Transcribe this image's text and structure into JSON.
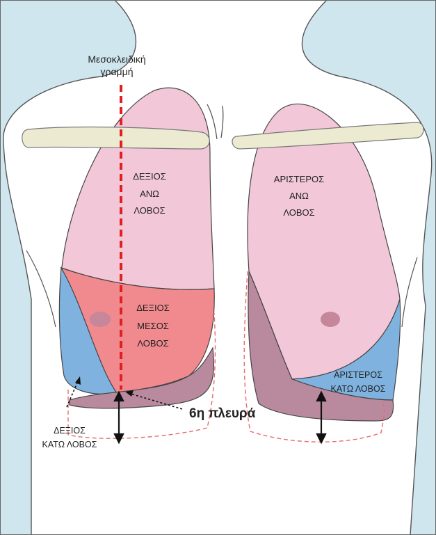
{
  "midline": {
    "line1": "Μεσοκλειδική",
    "line2": "γραμμή"
  },
  "right_upper_lobe": {
    "line1": "ΔΕΞΙΟΣ",
    "line2": "ΑΝΩ",
    "line3": "ΛΟΒΟΣ"
  },
  "left_upper_lobe": {
    "line1": "ΑΡΙΣΤΕΡΟΣ",
    "line2": "ΑΝΩ",
    "line3": "ΛΟΒΟΣ"
  },
  "right_middle_lobe": {
    "line1": "ΔΕΞΙΟΣ",
    "line2": "ΜΕΣΟΣ",
    "line3": "ΛΟΒΟΣ"
  },
  "right_lower_lobe": {
    "line1": "ΔΕΞΙΟΣ",
    "line2": "ΚΑΤΩ ΛΟΒΟΣ"
  },
  "left_lower_lobe": {
    "line1": "ΑΡΙΣΤΕΡΟΣ",
    "line2": "ΚΑΤΩ ΛΟΒΟΣ"
  },
  "rib_label": "6η πλευρά",
  "colors": {
    "background": "#cfe6ee",
    "skin": "#ffffff",
    "upper_lobe": "#f2c7d8",
    "middle_lobe": "#f08a8e",
    "lower_lobe_blue": "#7fb2de",
    "lower_lobe_mauve": "#b98a9e",
    "clavicle": "#ecebd2",
    "midline": "#e02020",
    "pleura_outline": "#ea6a6a"
  }
}
